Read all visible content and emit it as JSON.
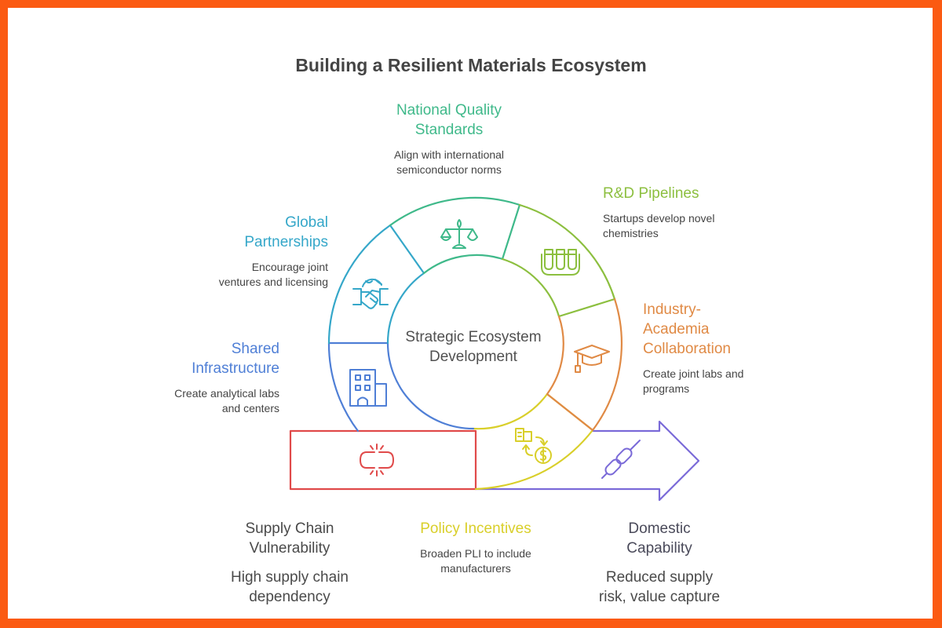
{
  "title": "Building a Resilient Materials Ecosystem",
  "center": {
    "line1": "Strategic Ecosystem",
    "line2": "Development"
  },
  "colors": {
    "frame": "#fb5a12",
    "national_quality": "#3fb98a",
    "rd_pipelines": "#8cbf3f",
    "industry_academia": "#e08a45",
    "policy_incentives": "#d9cf2a",
    "shared_infrastructure": "#4f7fd6",
    "global_partnerships": "#35a7c9",
    "supply_chain": "#e04a4a",
    "domestic_capability": "#7a6ad8"
  },
  "segments": [
    {
      "id": "national_quality",
      "heading_line1": "National Quality",
      "heading_line2": "Standards",
      "desc_line1": "Align with international",
      "desc_line2": "semiconductor norms",
      "icon": "scales-icon"
    },
    {
      "id": "rd_pipelines",
      "heading_line1": "R&D Pipelines",
      "desc_line1": "Startups develop novel",
      "desc_line2": "chemistries",
      "icon": "test-tubes-icon"
    },
    {
      "id": "industry_academia",
      "heading_line1": "Industry-",
      "heading_line2": "Academia",
      "heading_line3": "Collaboration",
      "desc_line1": "Create joint labs and",
      "desc_line2": "programs",
      "icon": "graduation-cap-icon"
    },
    {
      "id": "policy_incentives",
      "heading_line1": "Policy Incentives",
      "desc_line1": "Broaden PLI to include",
      "desc_line2": "manufacturers",
      "icon": "money-exchange-icon"
    },
    {
      "id": "shared_infrastructure",
      "heading_line1": "Shared",
      "heading_line2": "Infrastructure",
      "desc_line1": "Create analytical labs",
      "desc_line2": "and centers",
      "icon": "building-icon"
    },
    {
      "id": "global_partnerships",
      "heading_line1": "Global",
      "heading_line2": "Partnerships",
      "desc_line1": "Encourage joint",
      "desc_line2": "ventures and licensing",
      "icon": "handshake-globe-icon"
    }
  ],
  "start": {
    "heading_line1": "Supply Chain",
    "heading_line2": "Vulnerability",
    "desc_line1": "High supply chain",
    "desc_line2": "dependency",
    "icon": "broken-link-icon"
  },
  "end": {
    "heading_line1": "Domestic",
    "heading_line2": "Capability",
    "desc_line1": "Reduced supply",
    "desc_line2": "risk, value capture",
    "icon": "chain-link-icon"
  }
}
